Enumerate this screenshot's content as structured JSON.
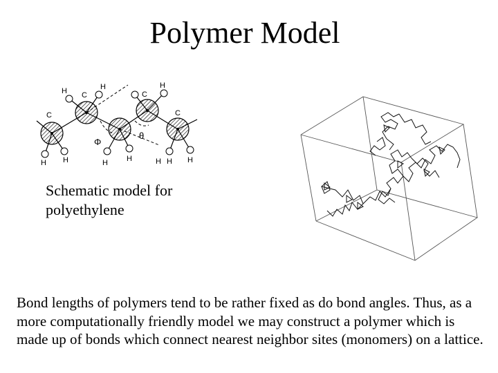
{
  "title": "Polymer Model",
  "schematic": {
    "atom_labels": [
      "H",
      "C",
      "H",
      "C",
      "H",
      "C",
      "C",
      "H",
      "H",
      "H",
      "H",
      "H",
      "H",
      "H"
    ],
    "angle_labels": [
      "Φ",
      "θ"
    ],
    "caption": "Schematic model for\npolyethylene"
  },
  "body_text": "Bond lengths of polymers tend to be rather fixed as do bond angles. Thus, as a more computationally friendly model we may construct a polymer which is made up of bonds which connect nearest neighbor sites (monomers) on a lattice."
}
